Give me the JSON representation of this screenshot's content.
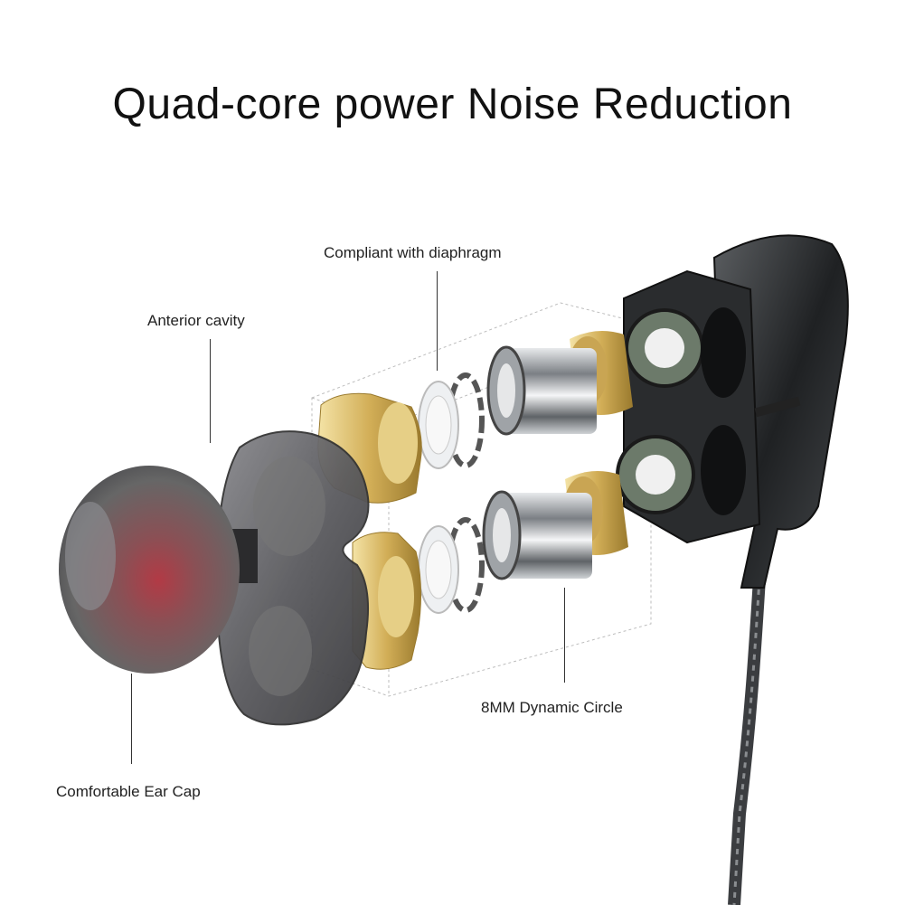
{
  "title": "Quad-core power Noise Reduction",
  "labels": {
    "diaphragm": "Compliant with diaphragm",
    "anterior": "Anterior cavity",
    "dynamic": "8MM Dynamic Circle",
    "earcap": "Comfortable Ear Cap"
  },
  "colors": {
    "gold": "#d4b15c",
    "chrome": "#a9adb2",
    "housing": "#2f3133",
    "eartip": "#6f6f73",
    "eartip_red": "#9b3b42"
  }
}
